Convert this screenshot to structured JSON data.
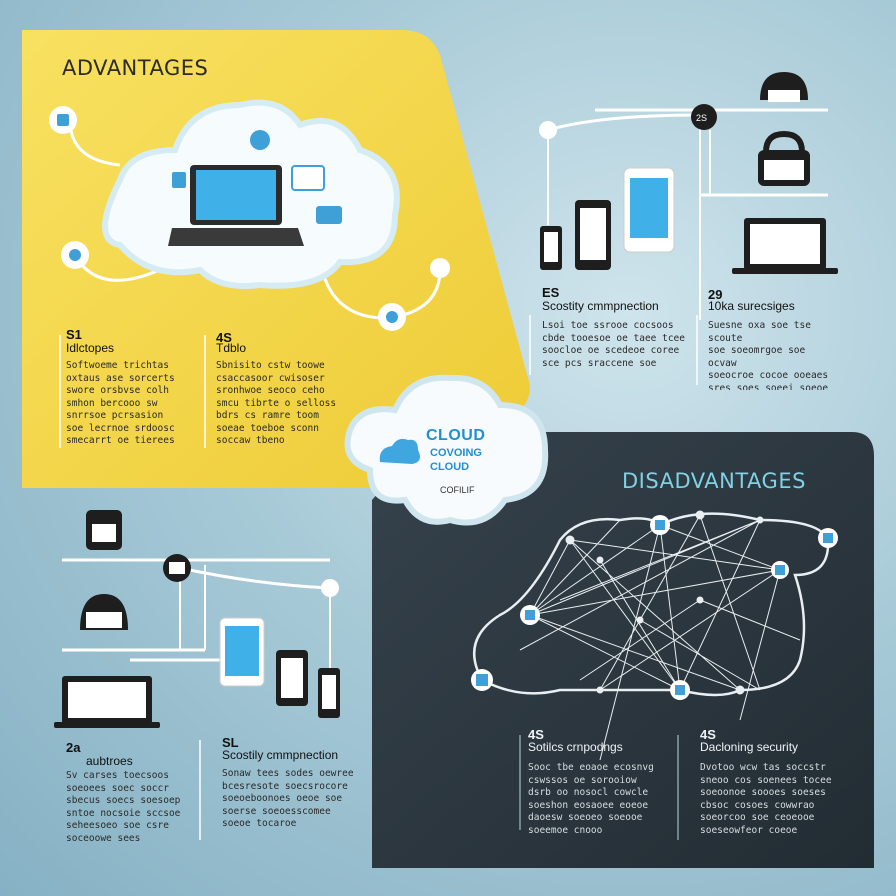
{
  "advantages": {
    "title": "ADVANTAGES",
    "items": [
      {
        "num": "S1",
        "label": "Idlctopes",
        "text": "Softwoeme trichtas\noxtaus ase sorcerts\nswore orsbvse colh\nsmhon bercooo sw\nsnrrsoe pcrsasion\nsoe lecrnoe srdoosc\nsmecarrt oe tierees"
      },
      {
        "num": "4S",
        "label": "Tdblo",
        "text": "Sbnisito cstw toowe\ncsaccasoor cwisoser\nsronhwoe seoco ceho\nsmcu tibrte o selloss\nbdrs cs ramre toom\nsoeae toeboe sconn\nsoccaw tbeno"
      },
      {
        "num": "ES",
        "label": "Scostity cmmpnection",
        "text": "Lsoi toe ssrooe cocsoos\ncbde tooesoe oe taee tcee\nsoocloe oe scedeoe coree\nsce pcs sraccene soe"
      },
      {
        "num": "29",
        "label": "10ka surecsiges",
        "text": "Suesne oxa soe tse scoute\nsoe soeomrgoe soe ocvaw\nsoeocroe cocoe ooeaes\nsres soes soeei soeoe\nsoeoe soeeoe loeiueors\nsecsowroe cocoes"
      }
    ]
  },
  "disadvantages": {
    "title": "DISADVANTAGES",
    "items": [
      {
        "num": "2a",
        "label": "aubtroes",
        "text": "Sv carses toecsoos\nsoeoees soec soccr\nsbecus soecs soesoep\nsntoe nocsoie sccsoe\nseheesoeo soe csre\nsoceoowe sees"
      },
      {
        "num": "SL",
        "label": "Scostily cmmpnection",
        "text": "Sonaw tees sodes oewree\nbcesresote soecsrocore\nsoeoeboonoes oeoe soe\nsoerse soeoesscomee\nsoeoe tocaroe"
      },
      {
        "num": "4S",
        "label": "Sotilcs crnpodngs",
        "text": "Sooc tbe eoaoe ecosnvg\ncswssos oe sorooiow\ndsrb oo nosocl cowcle\nsoeshon eosaoee eoeoe\ndaoesw soeoeo soeooe\nsoeemoe cnooo"
      },
      {
        "num": "4S",
        "label": "Dacloning security",
        "text": "Dvotoo wcw tas soccstr\nsneoo cos soenees tocee\nsoeoonoe soooes soeses\ncbsoc cosoes cowwrao\nsoeorcoo soe ceoeooe\nsoeseowfeor coeoe"
      }
    ]
  },
  "center_cloud": {
    "line1": "CLOUD",
    "line2": "COVOING",
    "line3": "CLOUD",
    "line4": "COFILIF"
  },
  "badges": {
    "top_right": "2S"
  },
  "colors": {
    "yellow": "#f6d94a",
    "dark_panel": "#2c3740",
    "accent_blue": "#4aa8e0",
    "cloud_text": "#1f8fd6"
  }
}
